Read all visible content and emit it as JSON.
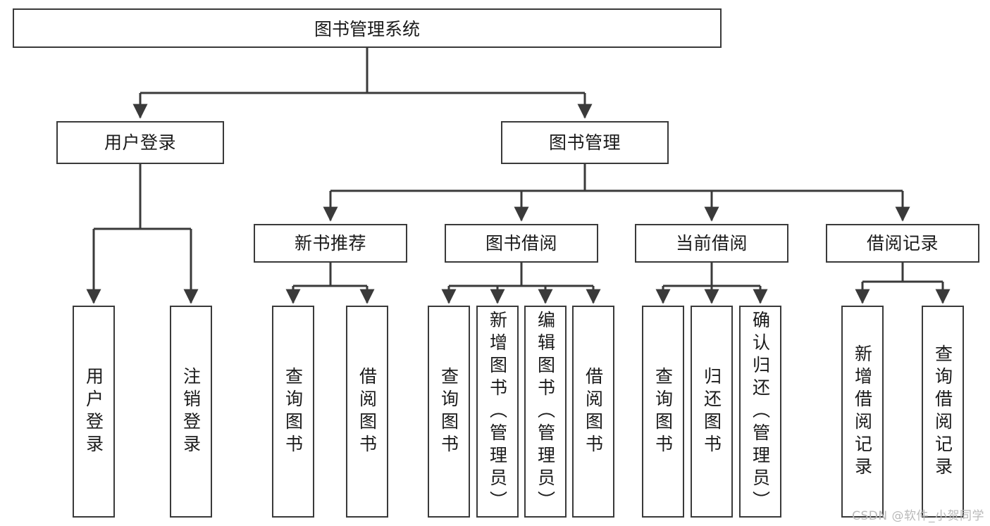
{
  "diagram": {
    "type": "tree-hierarchy-chart",
    "title": "图书管理系统",
    "watermark": "CSDN @软件_小贺同学",
    "colors": {
      "box_border": "#3a3a3a",
      "box_fill": "#ffffff",
      "connector": "#3a3a3a",
      "text": "#1a1a1a",
      "watermark": "#b9b9b9",
      "background": "#ffffff"
    },
    "root": {
      "label": "图书管理系统"
    },
    "level1": [
      {
        "id": "user-login",
        "label": "用户登录"
      },
      {
        "id": "book-management",
        "label": "图书管理"
      }
    ],
    "level2": [
      {
        "id": "new-book-recommend",
        "label": "新书推荐",
        "parent": "book-management"
      },
      {
        "id": "book-borrow",
        "label": "图书借阅",
        "parent": "book-management"
      },
      {
        "id": "current-borrow",
        "label": "当前借阅",
        "parent": "book-management"
      },
      {
        "id": "borrow-record",
        "label": "借阅记录",
        "parent": "book-management"
      }
    ],
    "leaves": {
      "user-login": [
        {
          "id": "leaf-user-login",
          "label": "用户登录"
        },
        {
          "id": "leaf-logout-login",
          "label": "注销登录"
        }
      ],
      "new-book-recommend": [
        {
          "id": "leaf-query-book-1",
          "label": "查询图书"
        },
        {
          "id": "leaf-borrow-book-1",
          "label": "借阅图书"
        }
      ],
      "book-borrow": [
        {
          "id": "leaf-query-book-2",
          "label": "查询图书"
        },
        {
          "id": "leaf-add-book",
          "label": "新增图书（管理员）"
        },
        {
          "id": "leaf-edit-book",
          "label": "编辑图书（管理员）"
        },
        {
          "id": "leaf-borrow-book-2",
          "label": "借阅图书"
        }
      ],
      "current-borrow": [
        {
          "id": "leaf-query-book-3",
          "label": "查询图书"
        },
        {
          "id": "leaf-return-book",
          "label": "归还图书"
        },
        {
          "id": "leaf-confirm-return",
          "label": "确认归还（管理员）"
        }
      ],
      "borrow-record": [
        {
          "id": "leaf-add-record",
          "label": "新增借阅记录"
        },
        {
          "id": "leaf-query-record",
          "label": "查询借阅记录"
        }
      ]
    }
  }
}
